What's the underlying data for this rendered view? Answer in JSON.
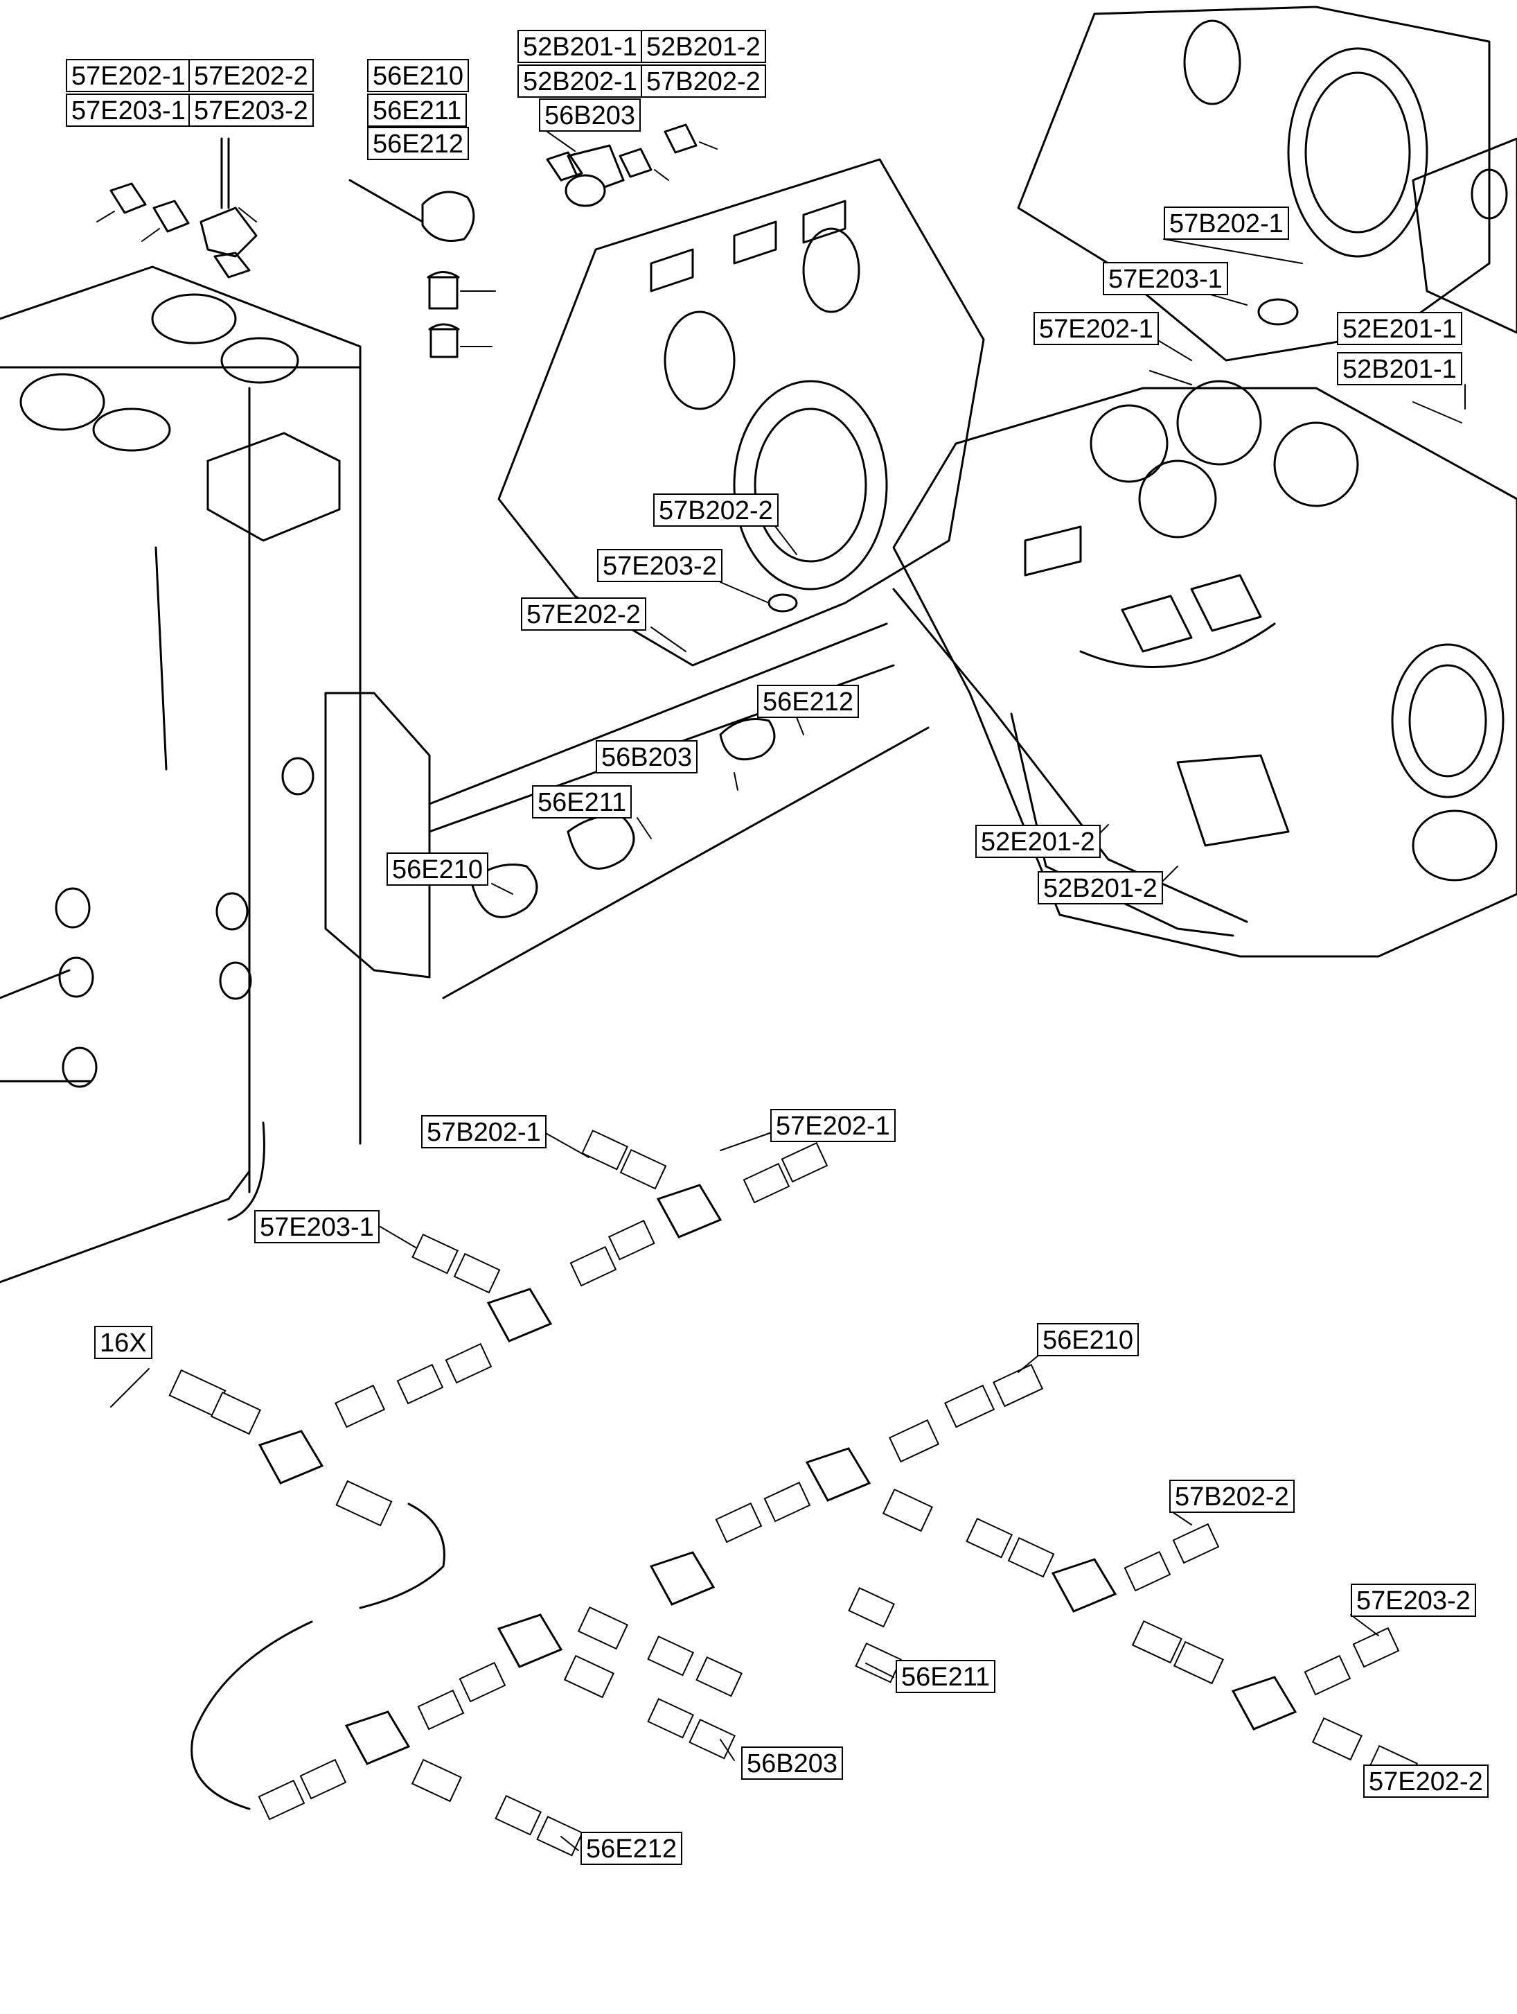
{
  "callouts": {
    "top_left_a": "57E202-1",
    "top_left_b": "57E202-2",
    "top_left_c": "57E203-1",
    "top_left_d": "57E203-2",
    "top_mid_a": "56E210",
    "top_mid_b": "56E211",
    "top_mid_c": "56E212",
    "top_right_a": "52B201-1",
    "top_right_b": "52B201-2",
    "top_right_c": "52B202-1",
    "top_right_d": "57B202-2",
    "top_right_e": "56B203",
    "gear1_b202": "57B202-1",
    "gear1_e203": "57E203-1",
    "gear1_e202": "57E202-1",
    "engine_e201_1": "52E201-1",
    "engine_b201_1": "52B201-1",
    "gear2_b202": "57B202-2",
    "gear2_e203": "57E203-2",
    "gear2_e202": "57E202-2",
    "block_e212": "56E212",
    "block_b203": "56B203",
    "block_e211": "56E211",
    "block_e210": "56E210",
    "engine_e201_2": "52E201-2",
    "engine_b201_2": "52B201-2",
    "harness_b202_1": "57B202-1",
    "harness_e202_1": "57E202-1",
    "harness_e203_1": "57E203-1",
    "harness_16x": "16X",
    "harness_e210": "56E210",
    "harness_b202_2": "57B202-2",
    "harness_e203_2": "57E203-2",
    "harness_e211": "56E211",
    "harness_b203": "56B203",
    "harness_e212": "56E212",
    "harness_e202_2": "57E202-2"
  }
}
